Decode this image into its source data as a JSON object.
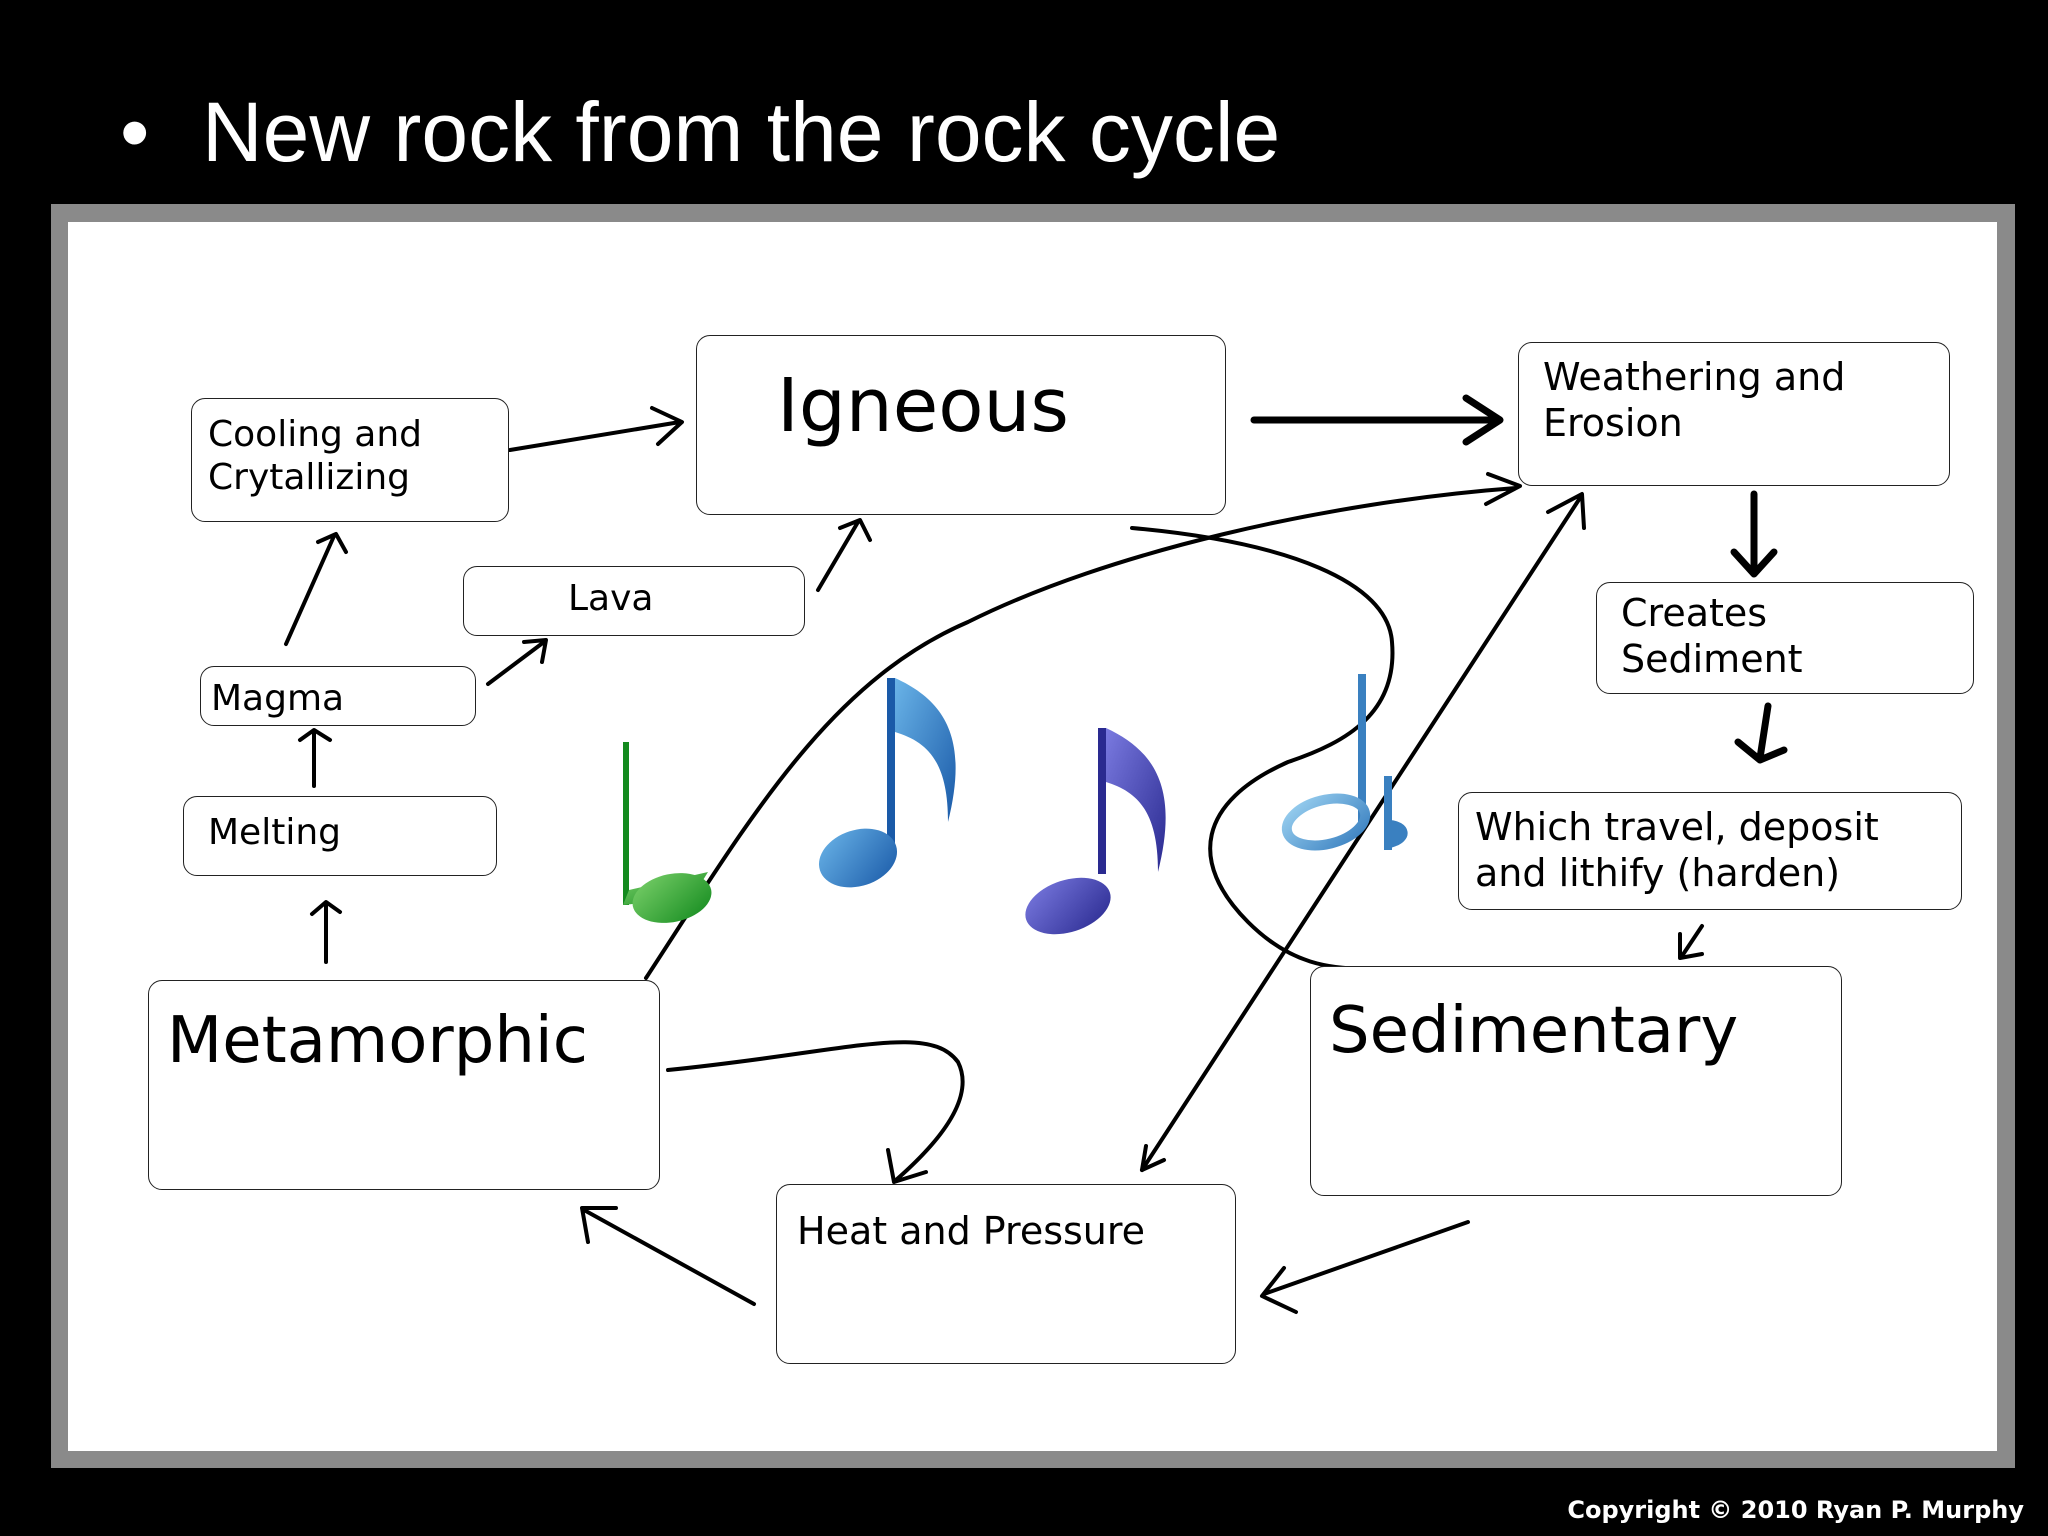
{
  "slide": {
    "bullet": "•",
    "title": "New rock from the rock cycle",
    "copyright": "Copyright © 2010 Ryan P. Murphy"
  },
  "diagram": {
    "nodes": {
      "igneous": "Igneous",
      "weathering": "Weathering and\nErosion",
      "sediment": "Creates\nSediment",
      "travel": "Which travel, deposit\nand lithify (harden)",
      "sedimentary": "Sedimentary",
      "heat": "Heat and Pressure",
      "metamorphic": "Metamorphic",
      "melting": "Melting",
      "magma": "Magma",
      "lava": "Lava",
      "cooling": "Cooling and\nCrytallizing"
    },
    "decorations": [
      "music-notes"
    ],
    "colors": {
      "background": "#000000",
      "frame": "#8a8a8a",
      "canvas": "#ffffff"
    }
  }
}
